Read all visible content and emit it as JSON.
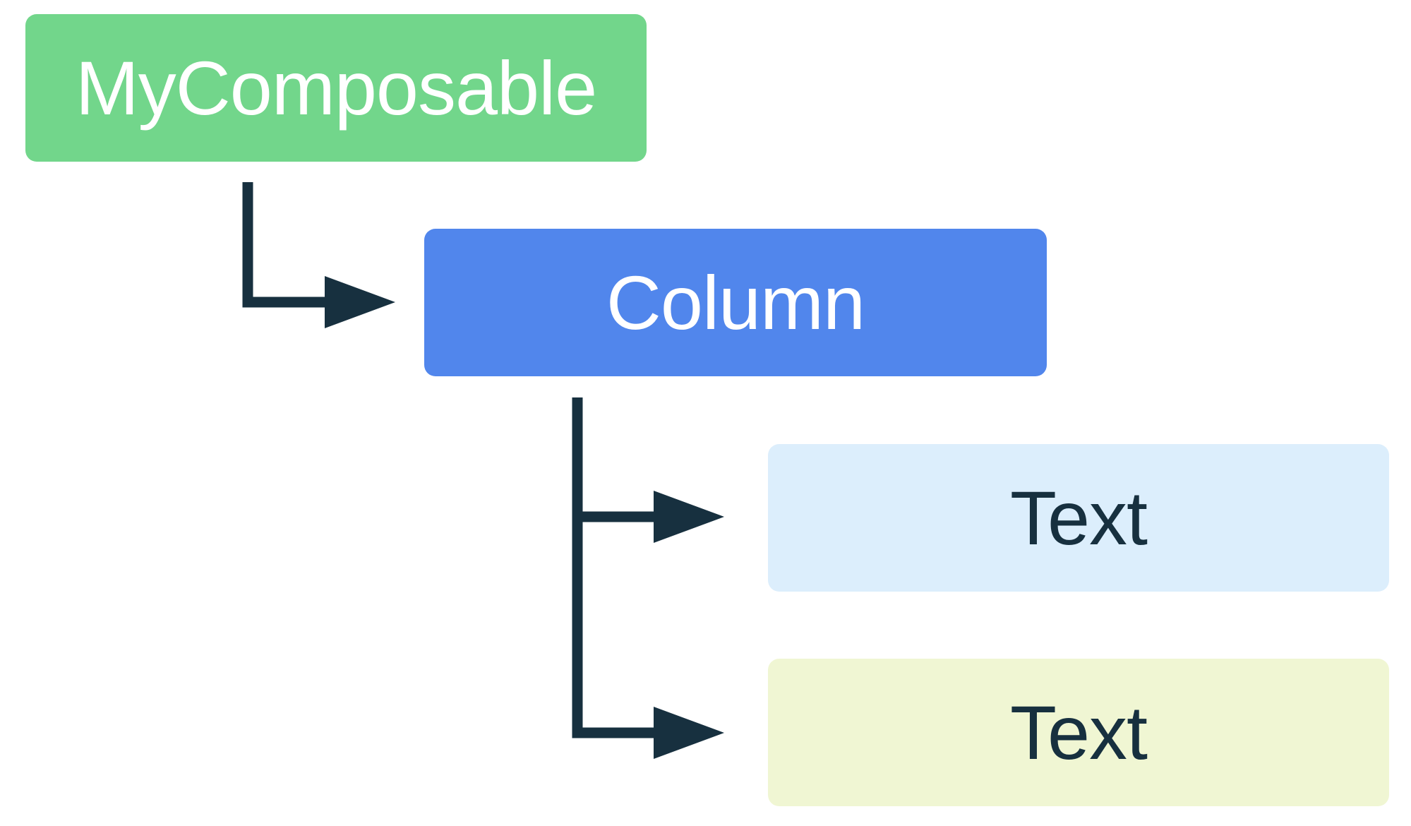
{
  "diagram": {
    "nodes": [
      {
        "id": "root",
        "label": "MyComposable",
        "bg": "#72d68b",
        "fg": "#ffffff"
      },
      {
        "id": "column",
        "label": "Column",
        "bg": "#5186ec",
        "fg": "#ffffff"
      },
      {
        "id": "text1",
        "label": "Text",
        "bg": "#dceefc",
        "fg": "#17303f"
      },
      {
        "id": "text2",
        "label": "Text",
        "bg": "#f0f6d3",
        "fg": "#17303f"
      }
    ],
    "edges": [
      {
        "from": "root",
        "to": "column"
      },
      {
        "from": "column",
        "to": "text1"
      },
      {
        "from": "column",
        "to": "text2"
      }
    ],
    "connector_color": "#17303f"
  }
}
